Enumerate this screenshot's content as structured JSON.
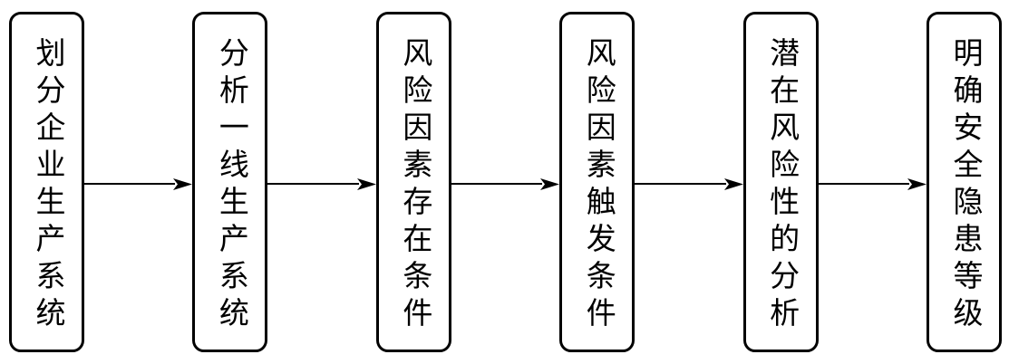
{
  "flowchart": {
    "steps": [
      {
        "label": "划分企业生产系统"
      },
      {
        "label": "分析一线生产系统"
      },
      {
        "label": "风险因素存在条件"
      },
      {
        "label": "风险因素触发条件"
      },
      {
        "label": "潜在风险性的分析"
      },
      {
        "label": "明确安全隐患等级"
      }
    ],
    "colors": {
      "box_border": "#000000",
      "box_fill": "#ffffff",
      "text": "#000000",
      "arrow": "#000000"
    }
  }
}
